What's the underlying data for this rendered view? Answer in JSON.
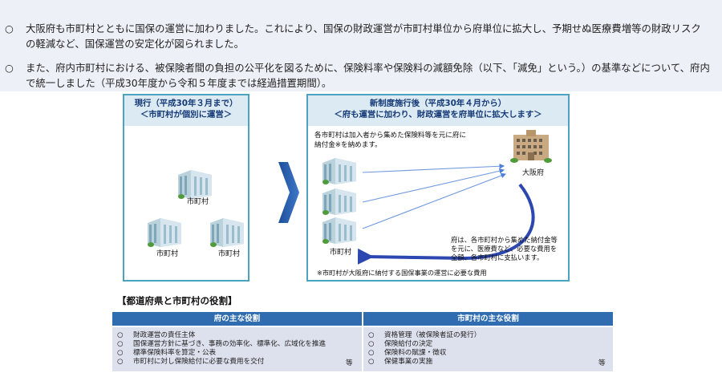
{
  "intro": {
    "marker": "○",
    "bullets": [
      "大阪府も市町村とともに国保の運営に加わりました。これにより、国保の財政運営が市町村単位から府単位に拡大し、予期せぬ医療費増等の財政リスクの軽減など、国保運営の安定化が図られました。",
      "また、府内市町村における、被保険者間の負担の公平化を図るために、保険料率や保険料の減額免除（以下、「減免」という。）の基準などについて、府内で統一しました（平成30年度から令和５年度までは経過措置期間）。"
    ]
  },
  "left_panel": {
    "title": "現行（平成30年３月まで）",
    "subtitle": "＜市町村が個別に運営＞",
    "building_label": "市町村"
  },
  "right_panel": {
    "title": "新制度施行後（平成30年４月から）",
    "subtitle": "＜府も運営に加わり、財政運営を府単位に拡大します＞",
    "note_top_1": "各市町村は加入者から集めた保険料等を元に府に",
    "note_top_2": "納付金※を納めます。",
    "prefecture_label": "大阪府",
    "municipality_label": "市町村",
    "note_bottom_1": "府は、各市町村から集めた納付金等",
    "note_bottom_2": "を元に、医療費など、必要な費用を",
    "note_bottom_3": "全額、各市町村に支払います。",
    "footnote": "※市町村が大阪府に納付する国保事業の運営に必要な費用"
  },
  "roles": {
    "section_title": "【都道府県と市町村の役割】",
    "prefecture": {
      "header": "府の主な役割",
      "items": [
        "財政運営の責任主体",
        "国保運営方針に基づき、事務の効率化、標準化、広域化を推進",
        "標準保険料率を算定・公表",
        "市町村に対し保険給付に必要な費用を交付"
      ],
      "etc": "等"
    },
    "municipality": {
      "header": "市町村の主な役割",
      "items": [
        "資格管理（被保険者証の発行）",
        "保険給付の決定",
        "保険料の賦課・徴収",
        "保健事業の実施"
      ],
      "etc": "等"
    },
    "marker": "○"
  },
  "colors": {
    "intro_bg": "#eef0f7",
    "panel_border": "#4da3bf",
    "header_text": "#163b78",
    "table_header": "#2f6db0",
    "table_body": "#dde1ee",
    "flow_arrow": "#3b5cc4"
  }
}
